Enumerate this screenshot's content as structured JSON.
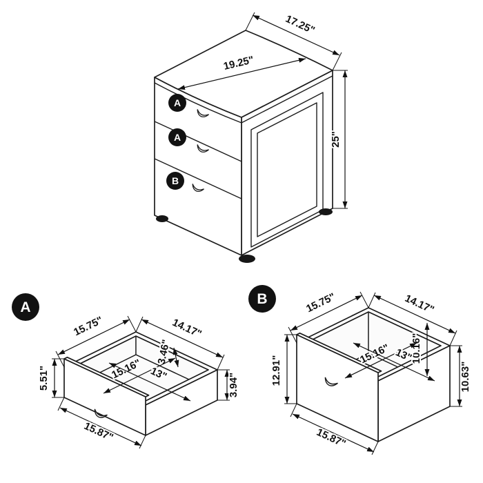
{
  "diagram": {
    "background": "#ffffff",
    "line_color": "#1c1c1c"
  },
  "cabinet": {
    "badges": {
      "top_drawer": "A",
      "middle_drawer": "A",
      "bottom_drawer": "B"
    },
    "dims": {
      "top_depth": "17.25\"",
      "top_width": "19.25\"",
      "height": "25\""
    }
  },
  "detail_a": {
    "badge": "A",
    "dims": {
      "top_left_edge": "15.75\"",
      "top_right_edge": "14.17\"",
      "inner_height": "3.46\"",
      "inner_width": "15.16\"",
      "inner_depth": "13\"",
      "front_height": "5.51\"",
      "side_height": "3.94\"",
      "bottom_front_edge": "15.87\""
    }
  },
  "detail_b": {
    "badge": "B",
    "dims": {
      "top_left_edge": "15.75\"",
      "top_right_edge": "14.17\"",
      "inner_height": "10.16\"",
      "inner_width": "15.16\"",
      "inner_depth": "13\"",
      "front_height": "12.91\"",
      "side_height": "10.63\"",
      "bottom_front_edge": "15.87\""
    }
  }
}
